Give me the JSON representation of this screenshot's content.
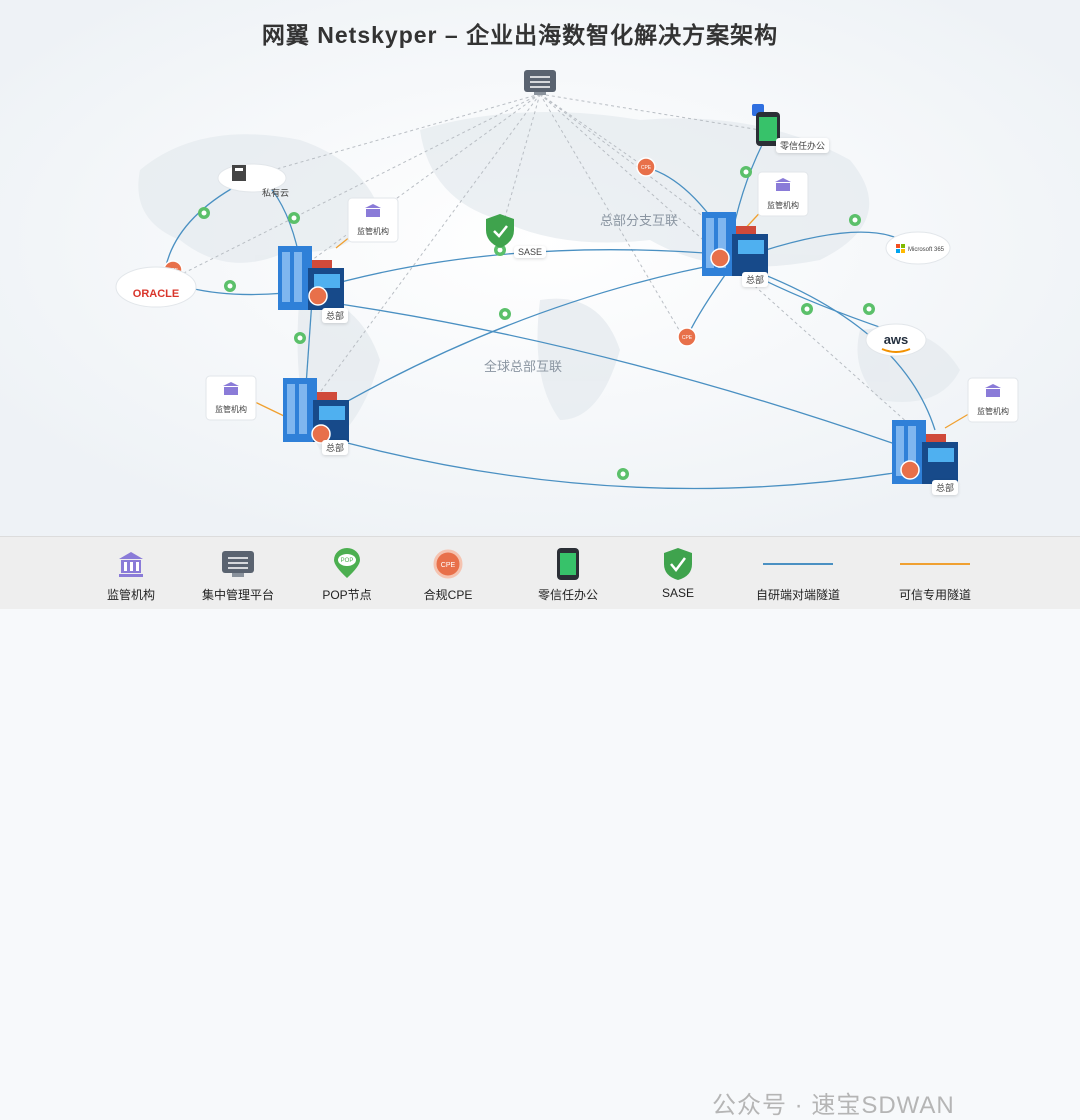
{
  "title": "网翼 Netskyper – 企业出海数智化解决方案架构",
  "regions": {
    "hq_branch": "总部分支互联",
    "global_hq": "全球总部互联"
  },
  "labels": {
    "private_cloud": "私有云",
    "regulator": "监管机构",
    "sase": "SASE",
    "zero_trust": "零信任办公",
    "hq": "总部",
    "oracle": "ORACLE",
    "aws": "aws",
    "ms365": "Microsoft 365",
    "cpe": "CPE",
    "pop": "POP"
  },
  "legend": [
    {
      "label": "监管机构",
      "icon": "regulator-icon"
    },
    {
      "label": "集中管理平台",
      "icon": "management-platform-icon"
    },
    {
      "label": "POP节点",
      "icon": "pop-node-icon"
    },
    {
      "label": "合规CPE",
      "icon": "compliant-cpe-icon"
    },
    {
      "label": "零信任办公",
      "icon": "zero-trust-icon"
    },
    {
      "label": "SASE",
      "icon": "sase-icon"
    },
    {
      "label": "自研端对端隧道",
      "icon": "self-developed-tunnel-icon"
    },
    {
      "label": "可信专用隧道",
      "icon": "trusted-tunnel-icon"
    }
  ],
  "watermark": "公众号 · 速宝SDWAN",
  "colors": {
    "tunnel": "#4a90c2",
    "management_line": "#b9bec4",
    "building_blue": "#2b7fd6",
    "cpe_orange": "#e8704a",
    "pop_green": "#4caf50",
    "regulator_purple": "#8a7bd8",
    "trusted_tunnel": "#f0a030"
  }
}
